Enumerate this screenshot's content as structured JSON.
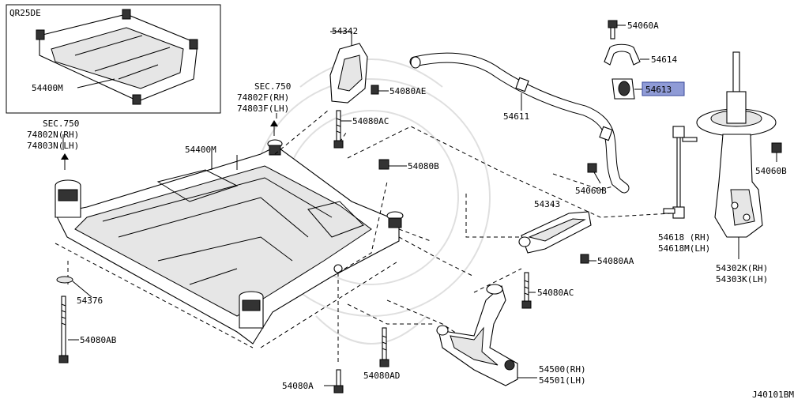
{
  "inset": {
    "engine_code": "QR25DE",
    "part_label": "54400M"
  },
  "sec_right": {
    "line1": "SEC.750",
    "line2": "74802F(RH)",
    "line3": "74803F(LH)"
  },
  "sec_left": {
    "line1": "SEC.750",
    "line2": "74802N(RH)",
    "line3": "74803N(LH)"
  },
  "labels": {
    "p54342": "54342",
    "p54080AE": "54080AE",
    "p54080AC_top": "54080AC",
    "p54400M": "54400M",
    "p54080B": "54080B",
    "p54376": "54376",
    "p54080AB": "54080AB",
    "p54080A": "54080A",
    "p54080AD": "54080AD",
    "p54343": "54343",
    "p54080AA": "54080AA",
    "p54080AC_mid": "54080AC",
    "p54500": "54500(RH)",
    "p54501": "54501(LH)",
    "p54611": "54611",
    "p54060A": "54060A",
    "p54614": "54614",
    "p54613": "54613",
    "p54060B_mid": "54060B",
    "p54618": "54618 (RH)",
    "p54618M": "54618M(LH)",
    "p54060B_right": "54060B",
    "p54302K": "54302K(RH)",
    "p54303K": "54303K(LH)"
  },
  "highlight_color": "#8f9bd6",
  "diagram_code": "J40101BM"
}
